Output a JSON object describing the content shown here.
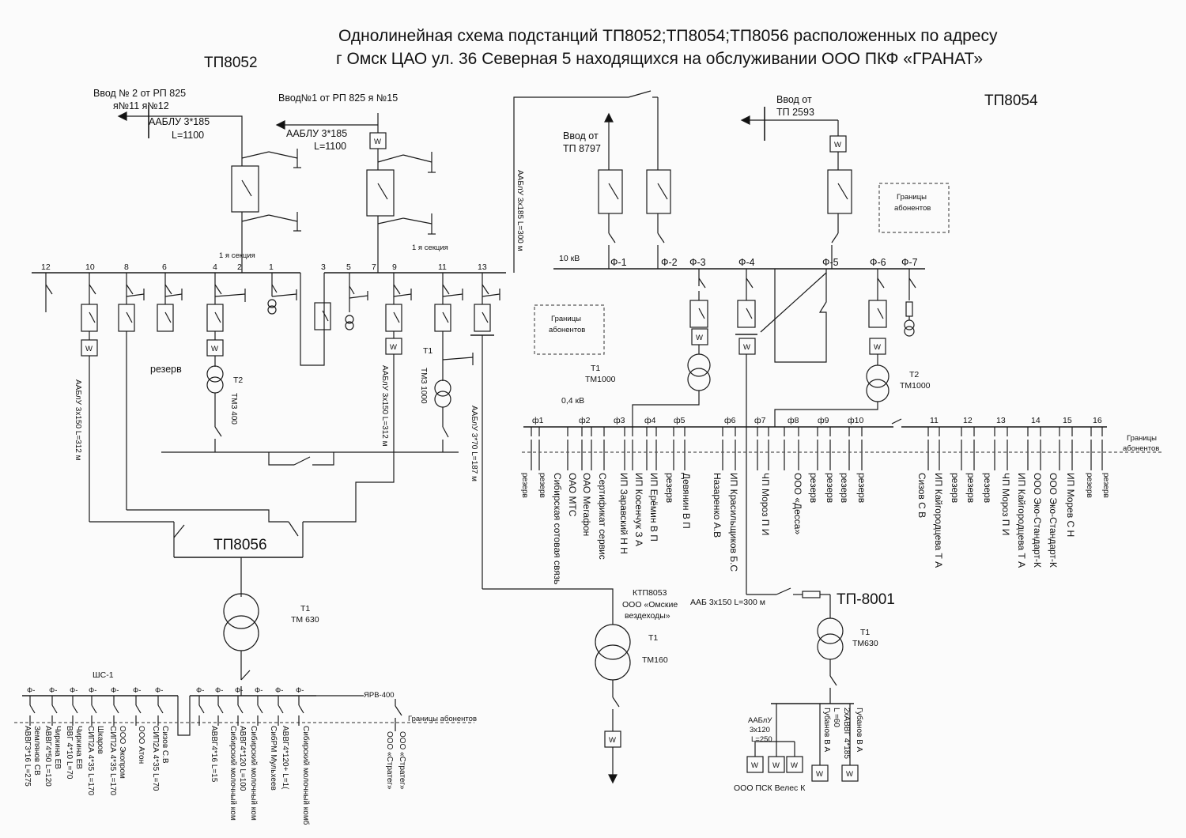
{
  "title": {
    "line1": "Однолинейная схема подстанций ТП8052;ТП8054;ТП8056 расположенных по адресу",
    "line2": "г Омск ЦАО ул. 36 Северная 5 находящихся на обслуживании  ООО ПКФ «ГРАНАТ»"
  },
  "tp8052": {
    "name": "ТП8052",
    "input2": "Ввод № 2 от РП 825",
    "input2_cells": "я№11 я№12",
    "input2_cable": "ААБЛУ 3*185",
    "input2_len": "L=1100",
    "input1": "Ввод№1 от РП 825  я №15",
    "input1_cable": "ААБЛУ 3*185",
    "input1_len": "L=1100",
    "section_left": "1 я секция",
    "section_right": "1 я секция",
    "cell_numbers": [
      "12",
      "10",
      "8",
      "6",
      "4",
      "2",
      "1",
      "3",
      "5",
      "7",
      "9",
      "11",
      "13"
    ],
    "reserve": "резерв",
    "t2_name": "Т2",
    "t2_type": "ТМЗ 400",
    "t1_name": "Т1",
    "t1_type": "ТМЗ 1000",
    "cable_left": "ААБлУ 3х150 L=312 м",
    "cable_mid": "ААБлУ 3х150 L=312 м",
    "cable_right": "ААБлУ 3*70 L=187 м",
    "cable_top": "ААБлУ 3х185 L=300 м"
  },
  "tp8054": {
    "name": "ТП8054",
    "input_a": "Ввод от",
    "input_a_src": "ТП 8797",
    "input_b": "Ввод от",
    "input_b_src": "ТП 2593",
    "bounds_top": "Границы абонентов",
    "bounds_mid": "Границы абонентов",
    "voltage_hv": "10 кВ",
    "voltage_lv": "0,4 кВ",
    "feeders": [
      "Ф-1",
      "Ф-2",
      "Ф-3",
      "Ф-4",
      "Ф-5",
      "Ф-6",
      "Ф-7"
    ],
    "t1_name": "Т1",
    "t1_type": "ТМ1000",
    "t2_name": "Т2",
    "t2_type": "ТМ1000",
    "lv_feeders": [
      "ф1",
      "ф2",
      "ф3",
      "ф4",
      "ф5",
      "ф6",
      "ф7",
      "ф8",
      "ф9",
      "ф10",
      "11",
      "12",
      "13",
      "14",
      "15",
      "16"
    ],
    "bounds_right": "Границы абонентов",
    "consumers": [
      "резерв",
      "резерв",
      "Сибирская сотовая связь",
      "ОАО МТС",
      "ОАО Мегафон",
      "Сертификат сервис",
      "ИП Заравский Н Н",
      "ИП Косенчук З А",
      "ИП Ерёмин В П",
      "резерв",
      "Девянин В П",
      "Назаренко А.В",
      "ИП Красильщиков Б.С",
      "ЧП Мороз П И",
      "ООО «Десса»",
      "резерв",
      "резерв",
      "резерв",
      "резерв",
      "Сизов С В",
      "ИП Кайгородцева Т А",
      "резерв",
      "резерв",
      "резерв",
      "ЧП Мороз П И",
      "ИП Кайгородцева Т А",
      "ООО Эко-Стандарт-К",
      "ООО Эко-Стандарт-К",
      "ИП Морев С Н",
      "резерв",
      "резерв"
    ]
  },
  "tp8056": {
    "name": "ТП8056",
    "t1_name": "Т1",
    "t1_type": "ТМ 630",
    "bus": "ШС-1",
    "yarv": "ЯРВ-400",
    "bounds": "Границы абонентов",
    "feeder_label": "Ф-",
    "consumers": [
      "Землянов СВ",
      "АВВГ3*16 L=275",
      "Чиркина ЕВ",
      "АВВГ4*50 L=120",
      "Чиркина ЕВ",
      "ВВГ 4*10 L=70",
      "Шкаров",
      "СИП2А 4*35 L=170",
      "ООО Экопром",
      "СИП2А 4*35 L=170",
      "ООО Атон",
      "Сизов С.В",
      "СИП2А 4*35 L=70",
      "АВВГ4*16 L=15",
      "Сибирский молочный ком",
      "АВВГ4*120 L=100",
      "Сибирский молочный ком",
      "СибРМ Мульхеев",
      "АВВГ4*120+  L=1(",
      "Сибирский молочный комб",
      "ООО «Стратег»",
      "ООО «Стратег»"
    ]
  },
  "ktp8053": {
    "name": "КТП8053",
    "owner": "ООО «Омские вездеходы»",
    "t1_name": "Т1",
    "t1_type": "ТМ160"
  },
  "tp8001": {
    "name": "ТП-8001",
    "cable_in": "ААБ 3х150 L=300 м",
    "t1_name": "Т1",
    "t1_type": "ТМ630",
    "cable_out1": "ААБлУ",
    "cable_out2": "3х120",
    "cable_out3": "L=250",
    "owner": "ООО ПСК Велес К",
    "r1": "Губанов В А",
    "r1_cable": "2хАВВГ 4*185",
    "r1_len": "L =60",
    "r2": "Губанов В А"
  },
  "meter_label": "W"
}
